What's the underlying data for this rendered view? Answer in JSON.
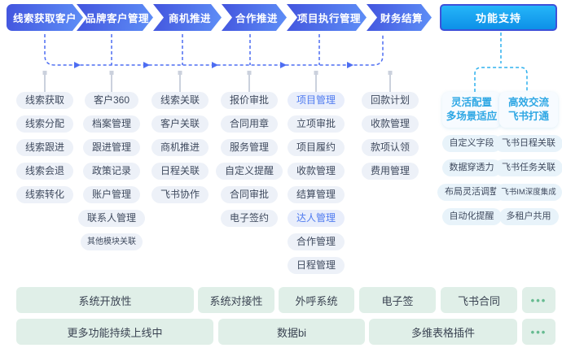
{
  "header": {
    "steps": [
      "线索获取客户",
      "品牌客户管理",
      "商机推进",
      "合作推进",
      "项目执行管理",
      "财务结算"
    ]
  },
  "columns": [
    {
      "items": [
        "线索获取",
        "线索分配",
        "线索跟进",
        "线索会退",
        "线索转化"
      ]
    },
    {
      "items": [
        "客户360",
        "档案管理",
        "跟进管理",
        "政策记录",
        "账户管理",
        "联系人管理",
        "其他模块关联"
      ]
    },
    {
      "items": [
        "线索关联",
        "客户关联",
        "商机推进",
        "日程关联",
        "飞书协作"
      ]
    },
    {
      "items": [
        "报价审批",
        "合同用章",
        "服务管理",
        "自定义提醒",
        "合同审批",
        "电子签约"
      ]
    },
    {
      "items": [
        "项目管理",
        "立项审批",
        "项目履约",
        "收款管理",
        "结算管理",
        "达人管理",
        "合作管理",
        "日程管理"
      ]
    },
    {
      "items": [
        "回款计划",
        "收款管理",
        "款项认领",
        "费用管理"
      ]
    }
  ],
  "support": {
    "button_label": "功能支持",
    "groups": [
      {
        "line1": "灵活配置",
        "line2": "多场景适应",
        "items": [
          "自定义字段",
          "数据穿透力",
          "布局灵活调整",
          "自动化提醒"
        ]
      },
      {
        "line1": "高效交流",
        "line2": "飞书打通",
        "items": [
          "飞书日程关联",
          "飞书任务关联",
          "飞书IM深度集成",
          "多租户共用"
        ]
      }
    ]
  },
  "bottom": {
    "row1": [
      "系统开放性",
      "系统对接性",
      "外呼系统",
      "电子签",
      "飞书合同",
      "•••"
    ],
    "row2": [
      "更多功能持续上线中",
      "数据bi",
      "多维表格插件",
      "•••"
    ]
  },
  "colors": {
    "flow_gradient_start": "#4355de",
    "flow_gradient_end": "#5e8ff7",
    "support_cyan": "#18a9f1",
    "support_border": "#3e51d9",
    "connector_blue": "#4d6df2",
    "connector_cyan": "#2fb1ee",
    "pill_bg": "#edf1f8",
    "pill_highlight_text": "#4f7bf0",
    "support_pill_bg": "#e8f3fa",
    "support_head_text": "#2ea7e4",
    "bottom_bg": "#e0efe8",
    "bottom_dots": "#67bb91"
  }
}
